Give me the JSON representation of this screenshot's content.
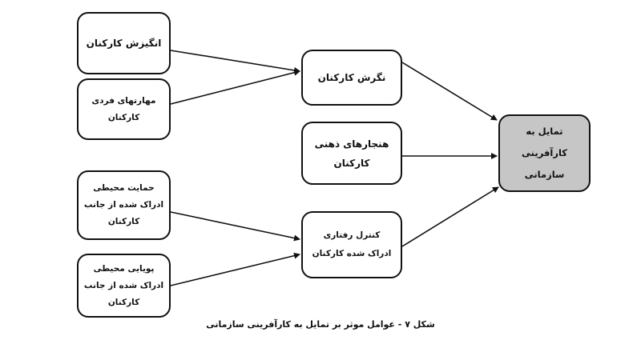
{
  "diagram": {
    "left_boxes": [
      {
        "id": "motivation",
        "lines": [
          "انگیزش کارکنان"
        ]
      },
      {
        "id": "skills",
        "lines": [
          "مهارتهای فردی",
          "کارکنان"
        ]
      },
      {
        "id": "env_support",
        "lines": [
          "حمایت محیطی",
          "ادراک شده از جانب",
          "کارکنان"
        ]
      },
      {
        "id": "env_dynamism",
        "lines": [
          "پویایی محیطی",
          "ادراک شده از جانب",
          "کارکنان"
        ]
      }
    ],
    "middle_boxes": [
      {
        "id": "attitude",
        "lines": [
          "نگرش کارکنان"
        ]
      },
      {
        "id": "norms",
        "lines": [
          "هنجارهای ذهنی",
          "کارکنان"
        ]
      },
      {
        "id": "control",
        "lines": [
          "کنترل رفتاری",
          "ادراک شده کارکنان"
        ]
      }
    ],
    "target_box": {
      "id": "intention",
      "lines": [
        "تمایل به",
        "کارآفرینی",
        "سازمانی"
      ],
      "fill": "#c6c6c6"
    },
    "edges": [
      [
        "motivation",
        "attitude"
      ],
      [
        "skills",
        "attitude"
      ],
      [
        "env_support",
        "control"
      ],
      [
        "env_dynamism",
        "control"
      ],
      [
        "attitude",
        "intention"
      ],
      [
        "norms",
        "intention"
      ],
      [
        "control",
        "intention"
      ]
    ],
    "caption": "شکل ۷ - عوامل موثر بر تمایل به کارآفرینی سازمانی"
  }
}
